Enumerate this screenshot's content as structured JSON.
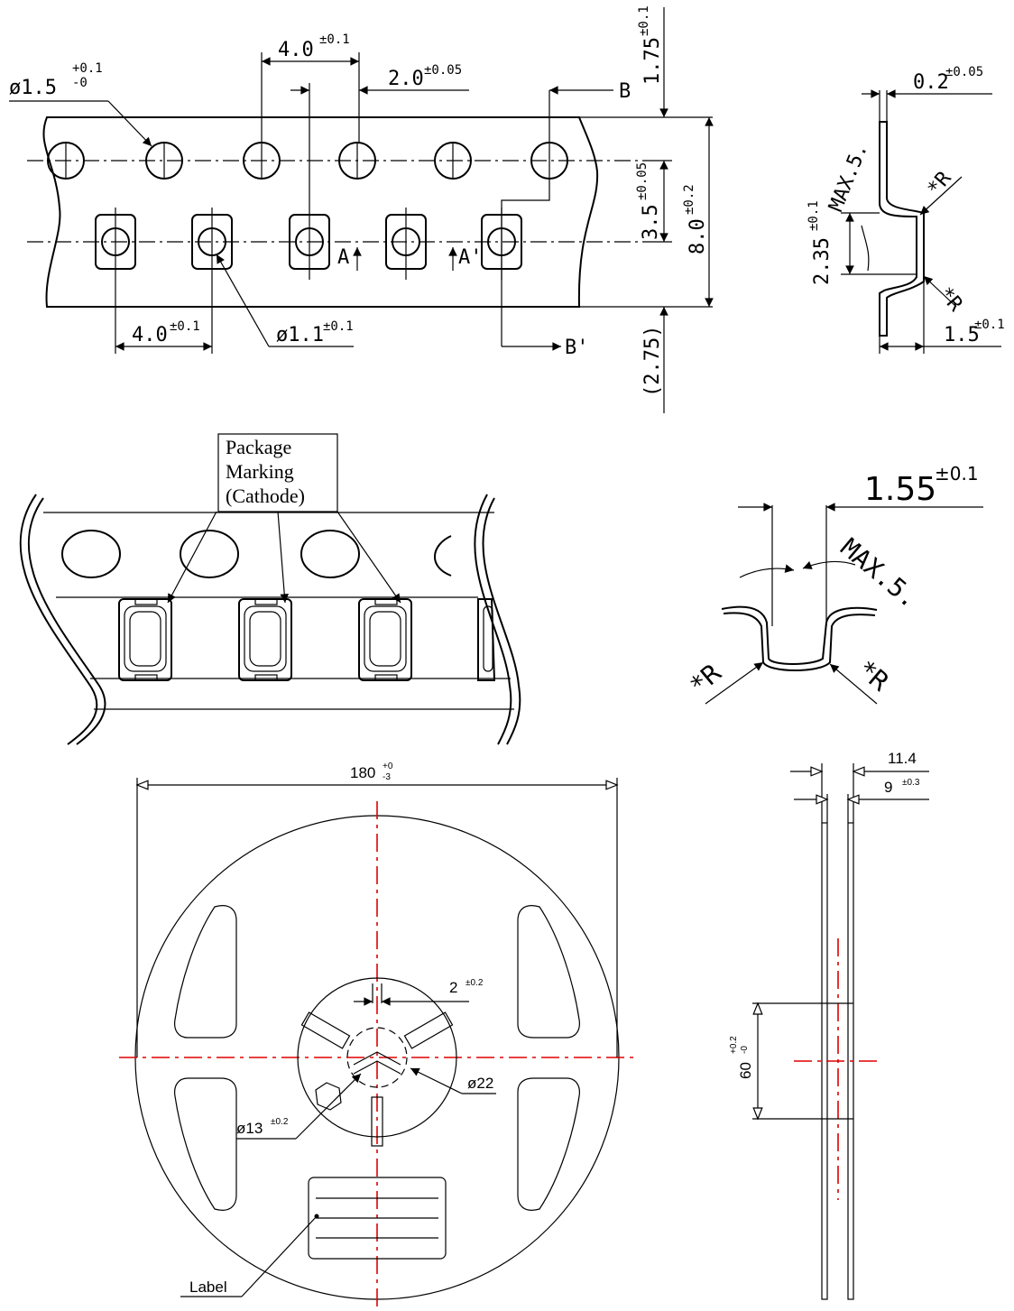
{
  "tape": {
    "pitch_sprocket": "4.0",
    "pitch_sprocket_tol": "±0.1",
    "hole_dia": "ø1.5",
    "hole_dia_tol_plus": "+0.1",
    "hole_dia_tol_minus": "-0",
    "offset": "2.0",
    "offset_tol": "±0.05",
    "edge": "1.75",
    "edge_tol": "±0.1",
    "row_offset": "3.5",
    "row_offset_tol": "±0.05",
    "width": "8.0",
    "width_tol": "±0.2",
    "ref_bottom": "(2.75)",
    "pocket_pitch": "4.0",
    "pocket_pitch_tol": "±0.1",
    "pocket_hole": "ø1.1",
    "pocket_hole_tol": "±0.1",
    "section_a": "A",
    "section_a_prime": "A'",
    "section_b": "B",
    "section_b_prime": "B'"
  },
  "section_small": {
    "thickness": "0.2",
    "thickness_tol": "±0.05",
    "depth": "2.35",
    "depth_tol": "±0.1",
    "angle": "MAX.5.",
    "radius_top": "*R",
    "radius_bottom": "*R",
    "pocket_width": "1.5",
    "pocket_width_tol": "±0.1"
  },
  "marking": {
    "label_line1": "Package",
    "label_line2": "Marking",
    "label_line3": "(Cathode)"
  },
  "section_large": {
    "width": "1.55",
    "width_tol": "±0.1",
    "angle": "MAX.5.",
    "radius_left": "*R",
    "radius_right": "*R"
  },
  "reel": {
    "diameter": "180",
    "diameter_tol_plus": "+0",
    "diameter_tol_minus": "-3",
    "slot": "2",
    "slot_tol": "±0.2",
    "hub_dia": "ø22",
    "bore_dia": "ø13",
    "bore_dia_tol": "±0.2",
    "label": "Label"
  },
  "reel_side": {
    "outer_width": "11.4",
    "inner_width": "9",
    "inner_width_tol": "±0.3",
    "hub_height": "60",
    "hub_height_tol_plus": "+0.2",
    "hub_height_tol_minus": "-0"
  },
  "colors": {
    "centerline": "#e00000",
    "lines": "#000000"
  }
}
